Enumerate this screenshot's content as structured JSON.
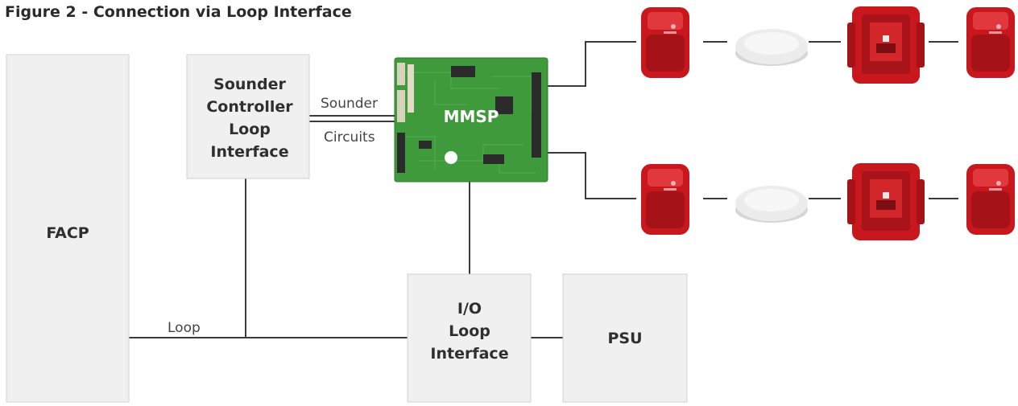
{
  "title": "Figure 2 - Connection via Loop Interface",
  "boxes": {
    "facp": {
      "label": "FACP"
    },
    "sounder_controller": {
      "lines": [
        "Sounder",
        "Controller",
        "Loop",
        "Interface"
      ]
    },
    "io_interface": {
      "lines": [
        "I/O",
        "Loop",
        "Interface"
      ]
    },
    "psu": {
      "label": "PSU"
    }
  },
  "mmsp": {
    "label": "MMSP",
    "board_color": "#3f9a3c"
  },
  "wires": {
    "sounder_circuits": [
      "Sounder",
      "Circuits"
    ],
    "loop": "Loop"
  },
  "devices": {
    "red_color": "#c8171d",
    "white_color": "#ececec",
    "chain_top": [
      "wall-sounder-beacon",
      "ceiling-sounder",
      "sounder-beacon",
      "wall-sounder-beacon"
    ],
    "chain_bottom": [
      "wall-sounder-beacon",
      "ceiling-sounder",
      "sounder-beacon",
      "wall-sounder-beacon"
    ]
  }
}
